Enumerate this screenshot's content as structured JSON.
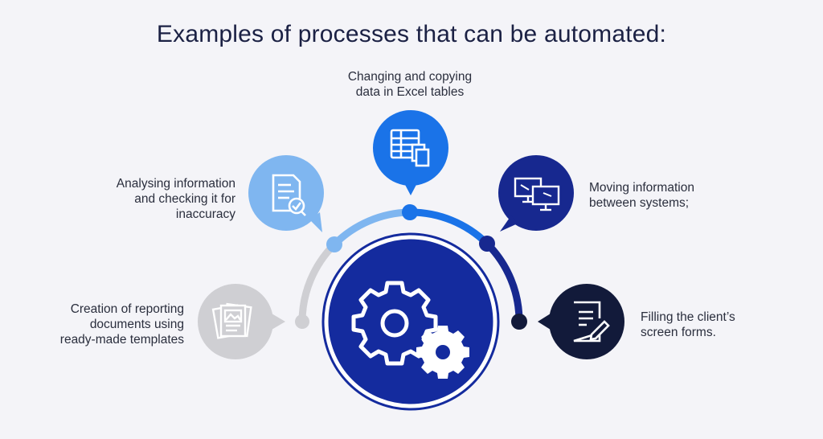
{
  "title": "Examples of processes that can be automated:",
  "items": [
    {
      "id": "excel",
      "label": "Changing and copying\ndata in Excel tables",
      "color": "#1a73e8",
      "icon": "table-copy-icon"
    },
    {
      "id": "analysis",
      "label": "Analysing information\nand checking it for\ninaccuracy",
      "color": "#7fb6f0",
      "icon": "document-check-icon"
    },
    {
      "id": "moving",
      "label": "Moving information\nbetween systems;",
      "color": "#17288f",
      "icon": "monitors-transfer-icon"
    },
    {
      "id": "reporting",
      "label": "Creation of reporting\ndocuments using\nready-made templates",
      "color": "#cfcfd3",
      "icon": "documents-image-icon"
    },
    {
      "id": "forms",
      "label": "Filling the client’s\nscreen forms.",
      "color": "#121a3a",
      "icon": "form-pen-icon"
    }
  ],
  "center": {
    "color": "#142b9e",
    "icon": "gears-icon"
  }
}
